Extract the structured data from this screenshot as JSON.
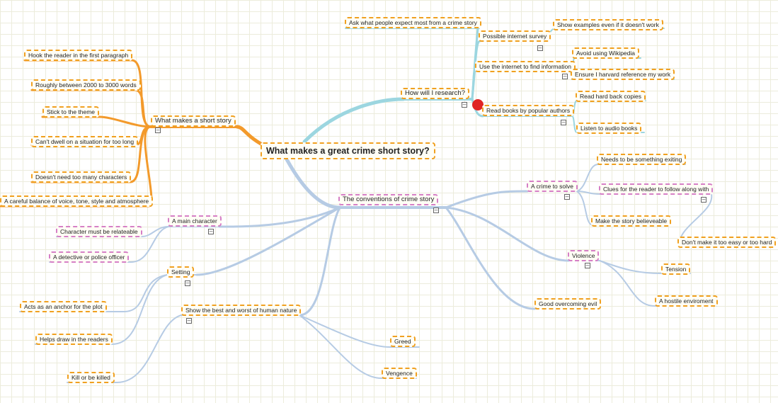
{
  "colors": {
    "node_border": "#f0a020",
    "node_border_pink": "#d67fc6",
    "branch_orange": "#f39a2b",
    "branch_cyan": "#9cd6e0",
    "branch_blue": "#b6cbe4",
    "node_fill": "#fffef5",
    "grid": "#ececdc",
    "marker_dot": "#e02424"
  },
  "root": {
    "label": "What makes a great crime short story?"
  },
  "short_story": {
    "label": "What makes a short story",
    "children": [
      "Hook the reader in the first paragraph",
      "Roughly between 2000 to 3000 words",
      "Stick to the theme",
      "Can't dwell on a situation for too long",
      "Doesn't need too many characters",
      "A careful balance of voice, tone, style and atmosphere"
    ]
  },
  "research": {
    "label": "How will I research?",
    "ask": "Ask what people expect most from a crime story",
    "survey": {
      "label": "Possible internet survey",
      "child": "Show examples even if it doesn't work"
    },
    "internet": {
      "label": "Use the internet to find information",
      "children": [
        "Avoid using Wikipedia",
        "Ensure I harvard reference my work"
      ]
    },
    "books": {
      "label": "Read books by popular authors",
      "children": [
        "Read hard back copies",
        "Listen to audio books"
      ]
    }
  },
  "conventions": {
    "label": "The conventions of crime story",
    "crime": {
      "label": "A crime to solve",
      "children": [
        "Needs to be something exiting",
        "Clues for the reader to follow along with",
        "Make the story believeable"
      ],
      "clues_child": "Don't make it too easy or too hard"
    },
    "violence": {
      "label": "Violence",
      "children": [
        "Tension",
        "A hostile enviroment"
      ]
    },
    "good": "Good overcoming evil",
    "main_character": {
      "label": "A main character",
      "children": [
        "Character must be relateable",
        "A detective or police officer"
      ]
    },
    "setting": {
      "label": "Setting",
      "children": [
        "Acts as an anchor for the plot",
        "Helps draw in the readers"
      ]
    },
    "nature": {
      "label": "Show the best and worst of human nature",
      "children": [
        "Kill or be killed",
        "Greed",
        "Vengence"
      ]
    }
  }
}
